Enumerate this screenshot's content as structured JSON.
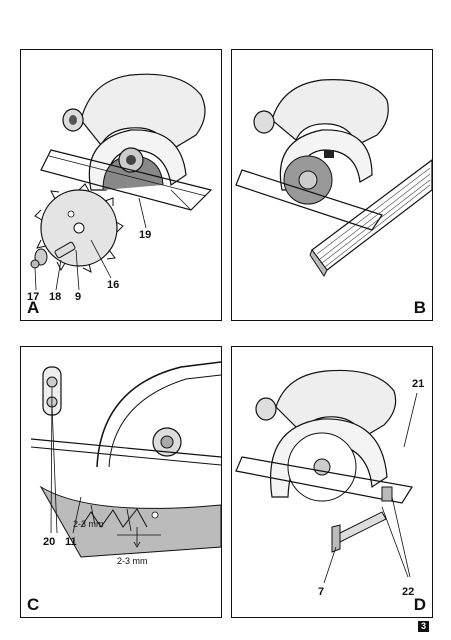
{
  "panels": {
    "A": {
      "letter": "A",
      "callouts": {
        "c19": "19",
        "c17": "17",
        "c18": "18",
        "c9": "9",
        "c16": "16"
      }
    },
    "B": {
      "letter": "B"
    },
    "C": {
      "letter": "C",
      "callouts": {
        "c20": "20",
        "c11": "11"
      },
      "dimensions": {
        "d1": "2-3 mm",
        "d2": "2-3 mm"
      }
    },
    "D": {
      "letter": "D",
      "callouts": {
        "c21": "21",
        "c7": "7",
        "c22": "22"
      }
    }
  },
  "page_number": "3"
}
